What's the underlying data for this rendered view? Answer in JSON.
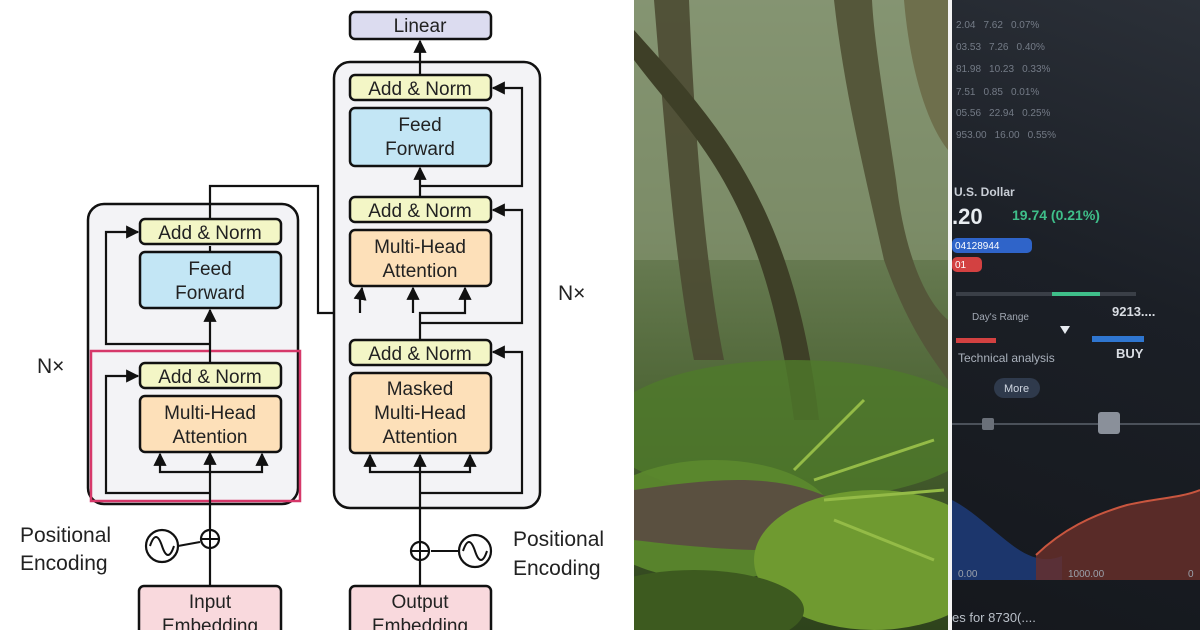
{
  "diagram": {
    "encoder": {
      "add_norm_top": "Add & Norm",
      "feed_forward_line1": "Feed",
      "feed_forward_line2": "Forward",
      "add_norm_bottom": "Add & Norm",
      "attention_line1": "Multi-Head",
      "attention_line2": "Attention",
      "repeat_label": "N×",
      "positional_line1": "Positional",
      "positional_line2": "Encoding",
      "embedding_line1": "Input",
      "embedding_line2": "Embedding"
    },
    "decoder": {
      "linear": "Linear",
      "add_norm_top": "Add & Norm",
      "feed_forward_line1": "Feed",
      "feed_forward_line2": "Forward",
      "add_norm_middle": "Add & Norm",
      "cross_attention_line1": "Multi-Head",
      "cross_attention_line2": "Attention",
      "add_norm_bottom": "Add & Norm",
      "masked_line1": "Masked",
      "masked_line2": "Multi-Head",
      "masked_line3": "Attention",
      "repeat_label": "N×",
      "positional_line1": "Positional",
      "positional_line2": "Encoding",
      "embedding_line1": "Output",
      "embedding_line2": "Embedding"
    },
    "colors": {
      "add_norm": "#f3f6c6",
      "feed_forward": "#c3e6f5",
      "attention": "#fde0b9",
      "embedding": "#f9d9dd",
      "linear": "#dcdcf0",
      "stack_bg": "#f3f3f6",
      "highlight": "#d6386a"
    }
  },
  "finance": {
    "rows": [
      {
        "a": "2.04",
        "b": "7.62",
        "c": "0.07%"
      },
      {
        "a": "03.53",
        "b": "7.26",
        "c": "0.40%"
      },
      {
        "a": "81.98",
        "b": "10.23",
        "c": "0.33%"
      },
      {
        "a": "7.51",
        "b": "0.85",
        "c": "0.01%"
      },
      {
        "a": "05.56",
        "b": "22.94",
        "c": "0.25%"
      },
      {
        "a": "953.00",
        "b": "16.00",
        "c": "0.55%"
      }
    ],
    "currency": "U.S. Dollar",
    "price": ".20",
    "change": "19.74 (0.21%)",
    "blue_badge": "04128944",
    "red_badge": "01",
    "value_label": "9213....",
    "range_label": "Day's Range",
    "analysis_label": "Technical analysis",
    "buy_label": "BUY",
    "more_label": "More",
    "axis_left": "0.00",
    "axis_mid": "1000.00",
    "axis_right": "0",
    "footer_text": "es for 8730(...."
  }
}
